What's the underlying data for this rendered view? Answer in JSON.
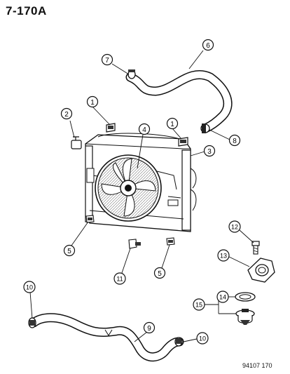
{
  "header": {
    "page_code": "7-170A"
  },
  "footer": {
    "ref_code": "94107 170"
  },
  "callouts": {
    "c1a": "1",
    "c1b": "1",
    "c2": "2",
    "c3": "3",
    "c4": "4",
    "c5a": "5",
    "c5b": "5",
    "c6": "6",
    "c7": "7",
    "c8": "8",
    "c9": "9",
    "c10a": "10",
    "c10b": "10",
    "c11": "11",
    "c12": "12",
    "c13": "13",
    "c14": "14",
    "c15": "15"
  }
}
